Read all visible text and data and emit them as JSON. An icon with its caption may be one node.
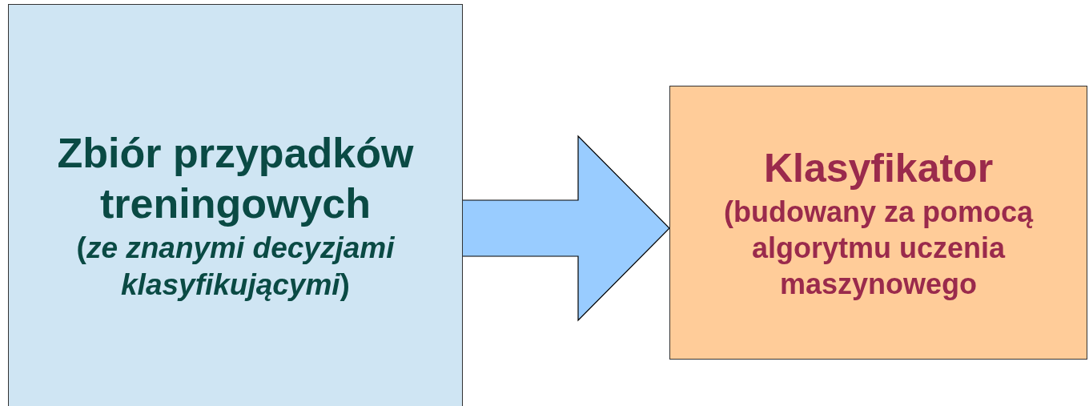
{
  "diagram": {
    "nodes": [
      {
        "text": [
          "Zbiór przypadków treningowych",
          "(*ze znanymi decyzjami klasyfikującymi*)"
        ]
      },
      {
        "text": [
          "Klasyfikator",
          "(budowany za pomocą algorytmu uczenia maszynowego"
        ]
      }
    ],
    "edges": [
      {
        "from": 0,
        "to": 1,
        "arrow": "to"
      }
    ]
  }
}
